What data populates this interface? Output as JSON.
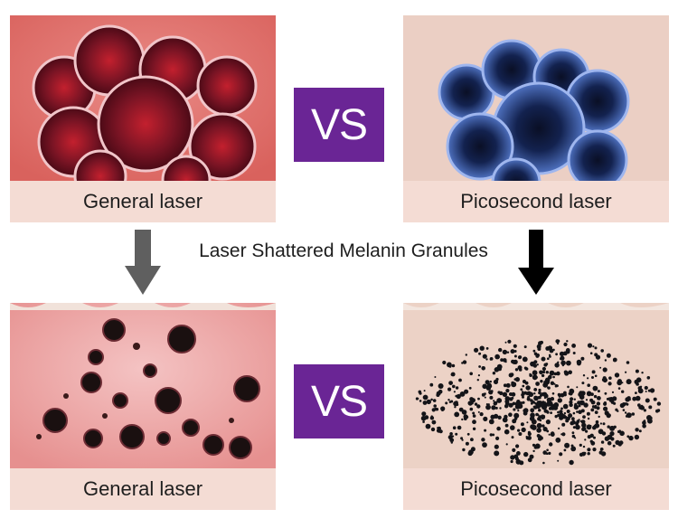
{
  "comparison": {
    "top_left_caption": "General laser",
    "top_right_caption": "Picosecond laser",
    "bottom_left_caption": "General laser",
    "bottom_right_caption": "Picosecond laser",
    "vs_top": "VS",
    "vs_bottom": "VS",
    "middle_label": "Laser Shattered Melanin Granules"
  },
  "colors": {
    "vs_badge": "#6a2595",
    "caption_bg": "#f4dcd4",
    "left_arrow": "#5f5f5f",
    "right_arrow": "#000000"
  }
}
